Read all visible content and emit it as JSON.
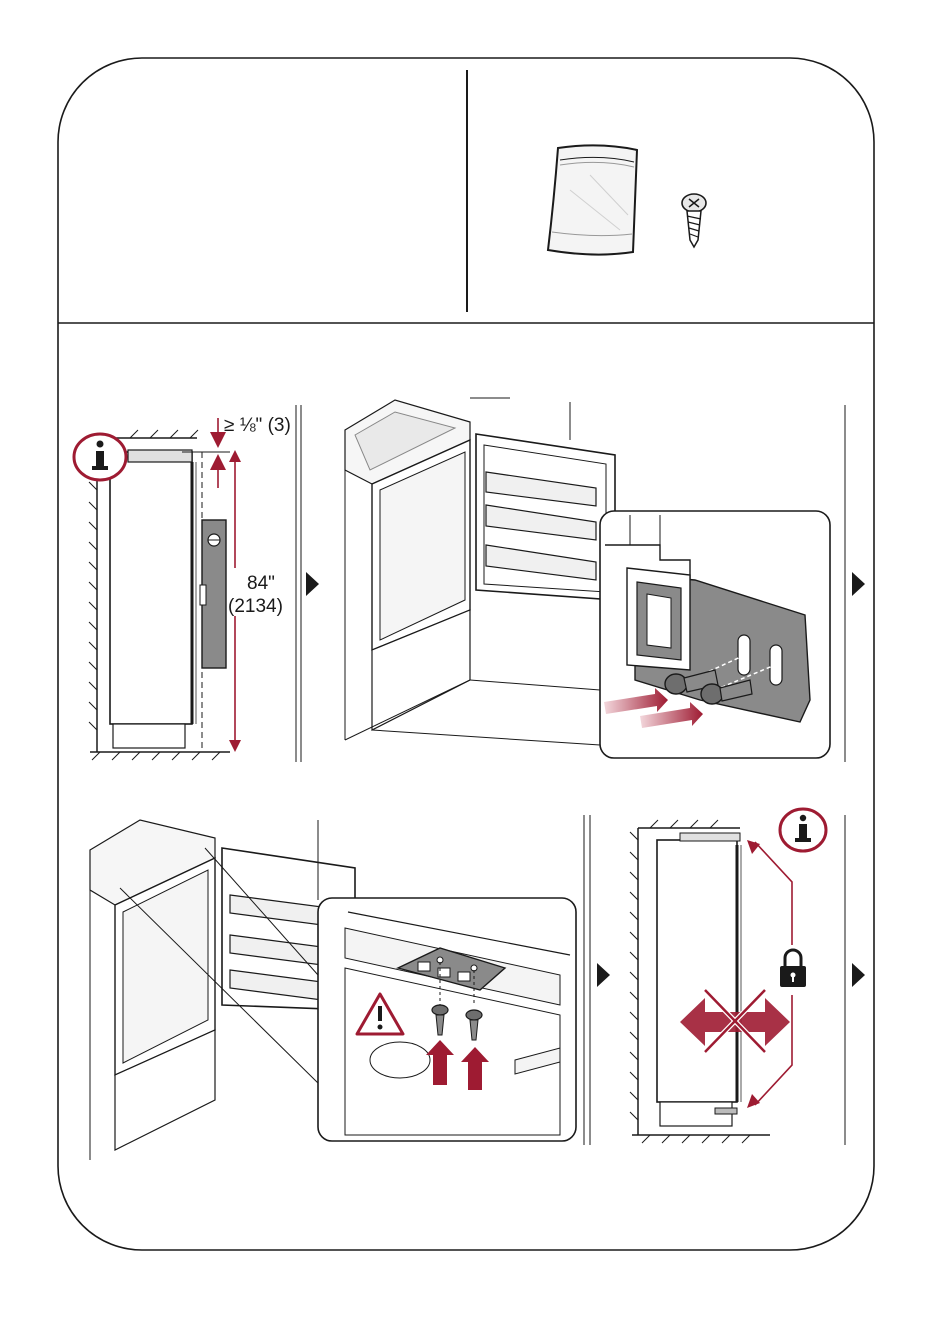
{
  "dimensions": {
    "gap": "≥ ⅛\" (3)",
    "height_in": "84\"",
    "height_mm": "(2134)"
  },
  "colors": {
    "accent": "#9e1b32",
    "line": "#1a1a1a",
    "panel_gray": "#8a8a8a",
    "light_gray": "#e6e6e6"
  },
  "icons": {
    "info": "info-icon",
    "warning": "warning-icon",
    "lock": "lock-icon",
    "next_step": "play-arrow-icon",
    "bag": "parts-bag-icon",
    "screw": "screw-icon"
  }
}
